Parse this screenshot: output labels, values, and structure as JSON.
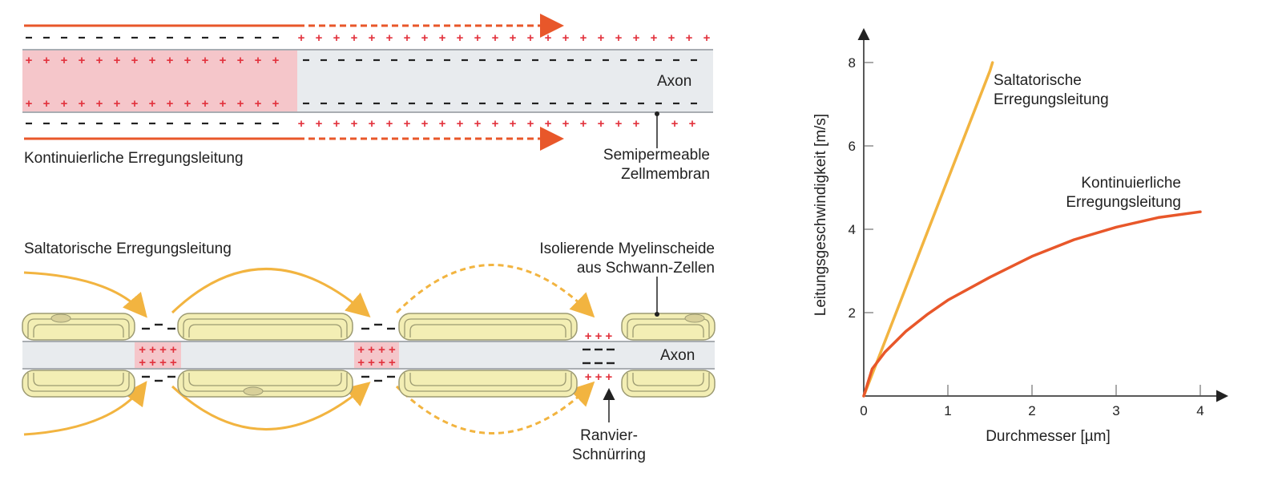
{
  "colors": {
    "accent_orange": "#e8572a",
    "accent_yellow": "#f2b440",
    "plus_red": "#e2323d",
    "depolarized_fill": "#f5c6ca",
    "axon_fill": "#e8ebee",
    "myelin_fill": "#f3eeb4",
    "myelin_stroke": "#9c9a72",
    "text": "#222222"
  },
  "top_diagram": {
    "caption": "Kontinuierliche Erregungsleitung",
    "axon_label": "Axon",
    "membrane_label_line1": "Semipermeable",
    "membrane_label_line2": "Zellmembran",
    "plus": "+",
    "minus": "–"
  },
  "bottom_diagram": {
    "caption": "Saltatorische Erregungsleitung",
    "myelin_label_line1": "Isolierende Myelinscheide",
    "myelin_label_line2": "aus Schwann-Zellen",
    "axon_label": "Axon",
    "node_label_line1": "Ranvier-",
    "node_label_line2": "Schnürring",
    "plus_group": "+ + + +",
    "plus_group_small": "+ + +"
  },
  "chart_data": {
    "type": "line",
    "xlabel": "Durchmesser  [µm]",
    "ylabel": "Leitungsgeschwindigkeit  [m/s]",
    "xlim": [
      0,
      4.5
    ],
    "ylim": [
      0,
      9
    ],
    "x_ticks": [
      0,
      1,
      2,
      3,
      4
    ],
    "y_ticks": [
      2,
      4,
      6,
      8
    ],
    "series": [
      {
        "name_line1": "Saltatorische",
        "name_line2": "Erregungsleitung",
        "color": "#f2b440",
        "x": [
          0,
          0.5,
          1.0,
          1.5,
          1.53
        ],
        "y": [
          0,
          2.6,
          5.2,
          7.8,
          8.0
        ]
      },
      {
        "name_line1": "Kontinuierliche",
        "name_line2": "Erregungsleitung",
        "color": "#e8572a",
        "x": [
          0,
          0.1,
          0.25,
          0.5,
          0.75,
          1.0,
          1.5,
          2.0,
          2.5,
          3.0,
          3.5,
          4.0
        ],
        "y": [
          0,
          0.65,
          1.05,
          1.55,
          1.95,
          2.3,
          2.85,
          3.35,
          3.75,
          4.05,
          4.28,
          4.42
        ]
      }
    ]
  }
}
